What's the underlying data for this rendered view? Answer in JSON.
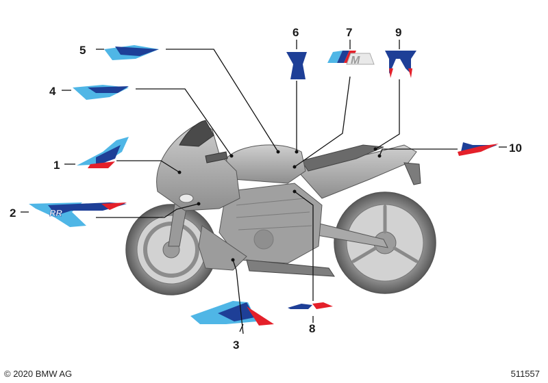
{
  "callouts": [
    {
      "id": "1",
      "label": "1"
    },
    {
      "id": "2",
      "label": "2"
    },
    {
      "id": "3",
      "label": "3"
    },
    {
      "id": "4",
      "label": "4"
    },
    {
      "id": "5",
      "label": "5"
    },
    {
      "id": "6",
      "label": "6"
    },
    {
      "id": "7",
      "label": "7"
    },
    {
      "id": "8",
      "label": "8"
    },
    {
      "id": "9",
      "label": "9"
    },
    {
      "id": "10",
      "label": "10"
    }
  ],
  "decals": {
    "tank_pad_text": "M",
    "side_panel_text": "RR"
  },
  "colors": {
    "light_blue": "#4fb6e6",
    "dark_blue": "#1e3f97",
    "red": "#e4202a",
    "body_grey": "#b4b4b4",
    "dark_grey": "#6a6a6a"
  },
  "footer": {
    "copyright": "© 2020 BMW AG",
    "reference": "511557"
  }
}
